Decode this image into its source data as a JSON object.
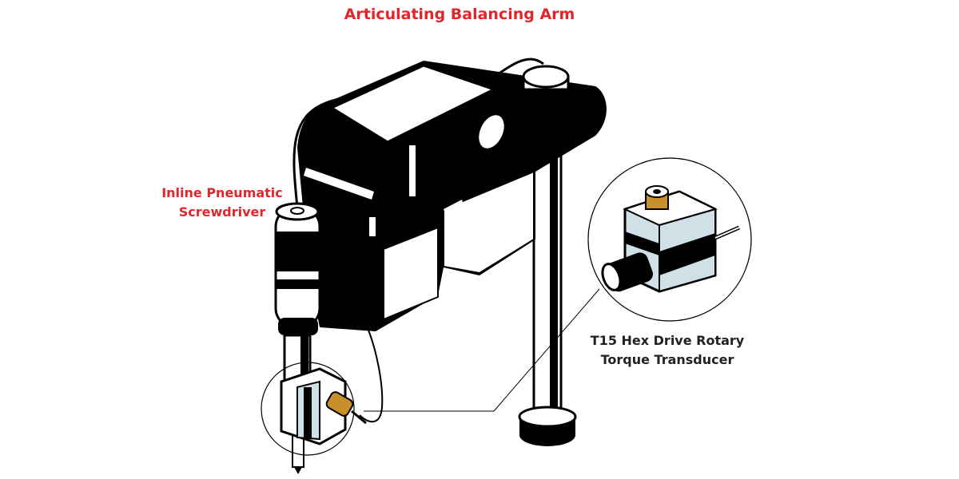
{
  "title": "Articulating Balancing Arm",
  "labels": {
    "screwdriver": "Inline Pneumatic Screwdriver",
    "transducer_line1": "T15 Hex Drive Rotary",
    "transducer_line2": "Torque Transducer"
  },
  "colors": {
    "label_red": "#e0262a",
    "label_dark": "#222222",
    "ink": "#000000",
    "transducer_body": "#cfe0e6",
    "connector_gold": "#c8902a"
  }
}
